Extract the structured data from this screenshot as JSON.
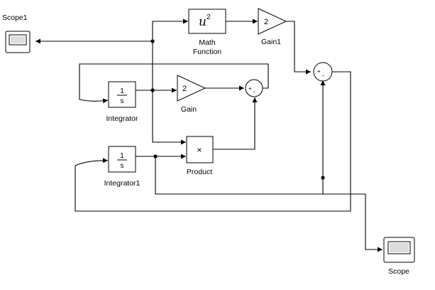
{
  "blocks": {
    "scope1": {
      "label": "Scope1"
    },
    "math_function": {
      "expr_base": "u",
      "expr_exp": "2",
      "label_line1": "Math",
      "label_line2": "Function"
    },
    "gain1": {
      "value": "2",
      "label": "Gain1"
    },
    "integrator": {
      "num": "1",
      "den": "s",
      "label": "Integrator"
    },
    "gain": {
      "value": "2",
      "label": "Gain"
    },
    "sum_inner": {
      "plus": "+",
      "minus": "-"
    },
    "sum_outer": {
      "plus": "+",
      "minus": "-"
    },
    "product": {
      "symbol": "×",
      "label": "Product"
    },
    "integrator1": {
      "num": "1",
      "den": "s",
      "label": "Integrator1"
    },
    "scope": {
      "label": "Scope"
    }
  }
}
